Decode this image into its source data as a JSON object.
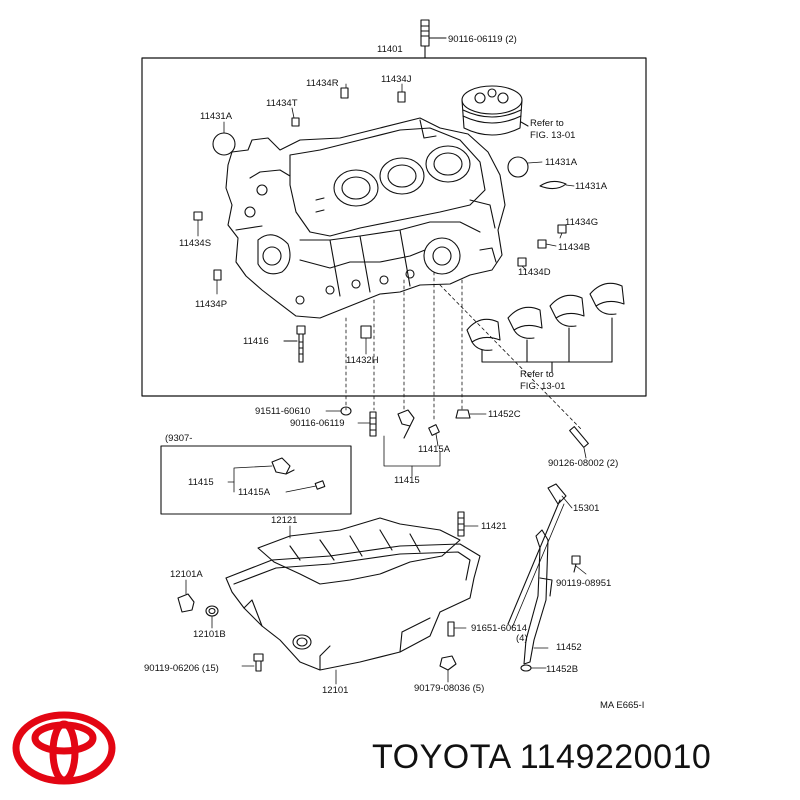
{
  "brand": {
    "logo_icon": "toyota-logo-icon",
    "logo_color": "#e30613",
    "name": "TOYOTA",
    "part_number": "1149220010"
  },
  "diagram": {
    "drawing_code": "MA E665-I",
    "labels": {
      "p11401": "11401",
      "p90116_top": "90116-06119 (2)",
      "p11434R": "11434R",
      "p11434J": "11434J",
      "p11434T": "11434T",
      "p11431A_1": "11431A",
      "refer1": "Refer to",
      "fig1": "FIG. 13-01",
      "p11431A_2": "11431A",
      "p11431A_3": "11431A",
      "p11434S": "11434S",
      "p11434B": "11434B",
      "p11434G": "11434G",
      "p11434D": "11434D",
      "p11434P": "11434P",
      "p11416": "11416",
      "p11432H": "11432H",
      "refer2": "Refer to",
      "fig2": "FIG. 13-01",
      "p91511": "91511-60610",
      "p90116_mid": "90116-06119",
      "p11452C": "11452C",
      "p9307": "(9307-",
      "p11415A_1": "11415A",
      "p11415_box": "11415",
      "p11415A_box": "11415A",
      "p11415": "11415",
      "p90126": "90126-08002 (2)",
      "p12121": "12121",
      "p11421": "11421",
      "p15301": "15301",
      "p12101A": "12101A",
      "p90119_08951": "90119-08951",
      "p12101B": "12101B",
      "p91651": "91651-60614",
      "p91651_qty": "(4)",
      "p11452": "11452",
      "p90119_06206": "90119-06206 (15)",
      "p11452B": "11452B",
      "p90179": "90179-08036 (5)",
      "p12101": "12101"
    }
  }
}
